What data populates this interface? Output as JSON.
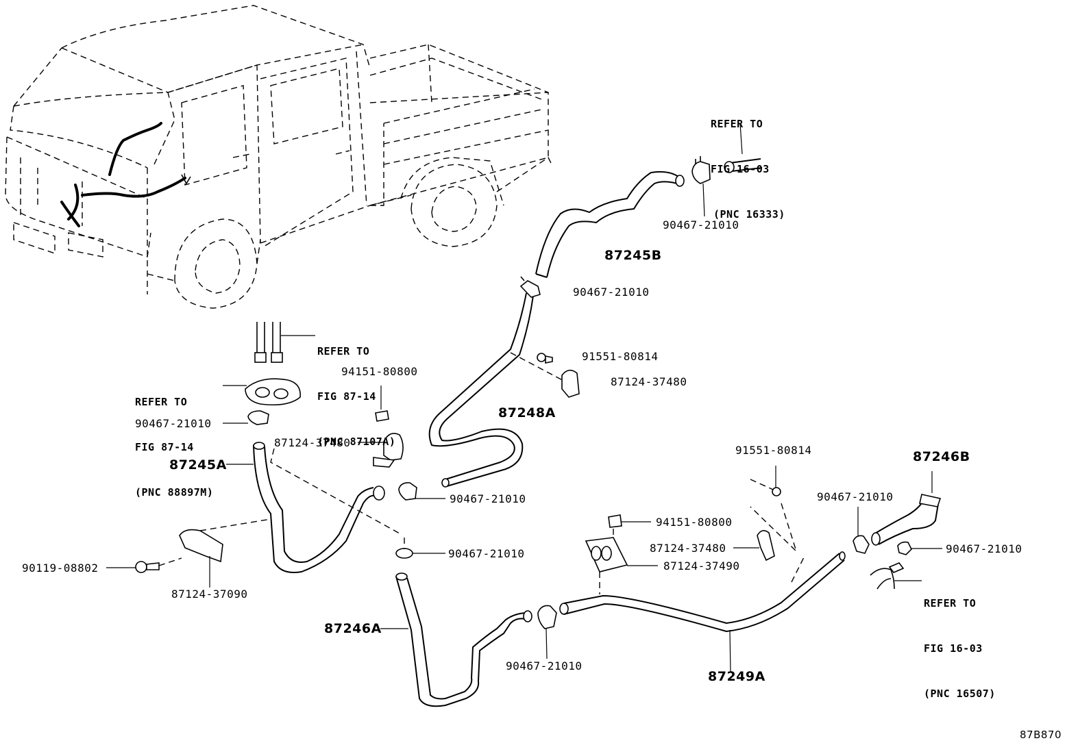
{
  "diagram_id": "87B870",
  "refer_notes": [
    {
      "id": "refer-16333",
      "lines": [
        "REFER TO",
        "FIG 16-03",
        "(PNC 16333)"
      ]
    },
    {
      "id": "refer-87107A",
      "lines": [
        "REFER TO",
        "FIG 87-14",
        "(PNC 87107A)"
      ]
    },
    {
      "id": "refer-88897M",
      "lines": [
        "REFER TO",
        "FIG 87-14",
        "(PNC 88897M)"
      ]
    },
    {
      "id": "refer-16507",
      "lines": [
        "REFER TO",
        "FIG 16-03",
        "(PNC 16507)"
      ]
    }
  ],
  "hoses": {
    "h87245B": "87245B",
    "h87248A": "87248A",
    "h87245A": "87245A",
    "h87246A": "87246A",
    "h87246B": "87246B",
    "h87249A": "87249A"
  },
  "part_numbers": {
    "clamp_top_right": "90467-21010",
    "clamp_upper_mid": "90467-21010",
    "bolt_upper": "91551-80814",
    "clamp_bracket_upper": "87124-37480",
    "nut_left": "94151-80800",
    "clamp_left_top": "90467-21010",
    "bracket_left": "87124-37480",
    "clamp_mid_right_of_245A": "90467-21010",
    "bolt_right": "91551-80814",
    "clamp_87246B_top": "90467-21010",
    "clamp_87246B_right": "90467-21010",
    "nut_right": "94151-80800",
    "bracket_right_480": "87124-37480",
    "bracket_right_490": "87124-37490",
    "clamp_lower_mid": "90467-21010",
    "bolt_left_bottom": "90119-08802",
    "bracket_left_bottom": "87124-37090",
    "clamp_bottom": "90467-21010"
  }
}
